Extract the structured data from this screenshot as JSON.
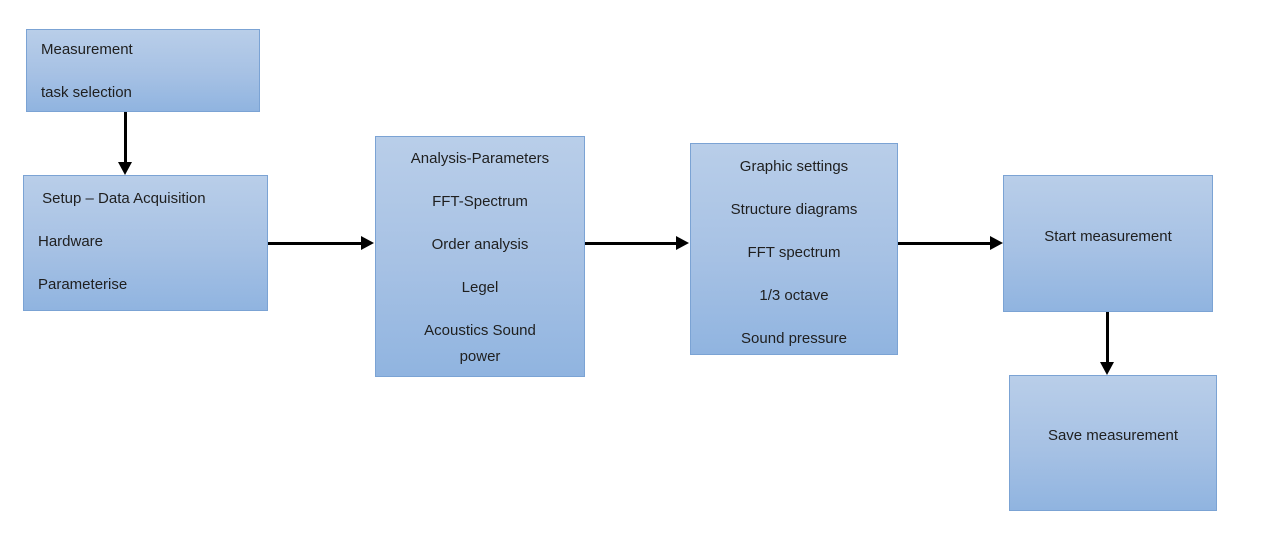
{
  "diagram": {
    "type": "flowchart",
    "colors": {
      "box_fill_top": "#b9cee9",
      "box_fill_mid": "#a6c1e4",
      "box_fill_bottom": "#90b4e0",
      "box_border": "#7ba3d4",
      "arrow": "#000000",
      "text": "#1f1f1f",
      "background": "#ffffff"
    },
    "boxes": [
      {
        "name": "measurement-task-selection",
        "lines": [
          "Measurement",
          "task selection"
        ]
      },
      {
        "name": "setup-data-acquisition",
        "lines": [
          " Setup – Data Acquisition",
          "Hardware",
          "Parameterise"
        ]
      },
      {
        "name": "analysis-parameters",
        "lines": [
          "Analysis-Parameters",
          "FFT-Spectrum",
          "Order analysis",
          "Legel",
          "Acoustics Sound\npower"
        ]
      },
      {
        "name": "graphic-settings",
        "lines": [
          "Graphic settings",
          "Structure diagrams",
          "FFT spectrum",
          "1/3 octave",
          "Sound pressure"
        ]
      },
      {
        "name": "start-measurement",
        "lines": [
          "Start measurement"
        ]
      },
      {
        "name": "save-measurement",
        "lines": [
          "Save measurement"
        ]
      }
    ],
    "connections": [
      {
        "from": "measurement-task-selection",
        "to": "setup-data-acquisition",
        "direction": "down"
      },
      {
        "from": "setup-data-acquisition",
        "to": "analysis-parameters",
        "direction": "right"
      },
      {
        "from": "analysis-parameters",
        "to": "graphic-settings",
        "direction": "right"
      },
      {
        "from": "graphic-settings",
        "to": "start-measurement",
        "direction": "right"
      },
      {
        "from": "start-measurement",
        "to": "save-measurement",
        "direction": "down"
      }
    ]
  }
}
